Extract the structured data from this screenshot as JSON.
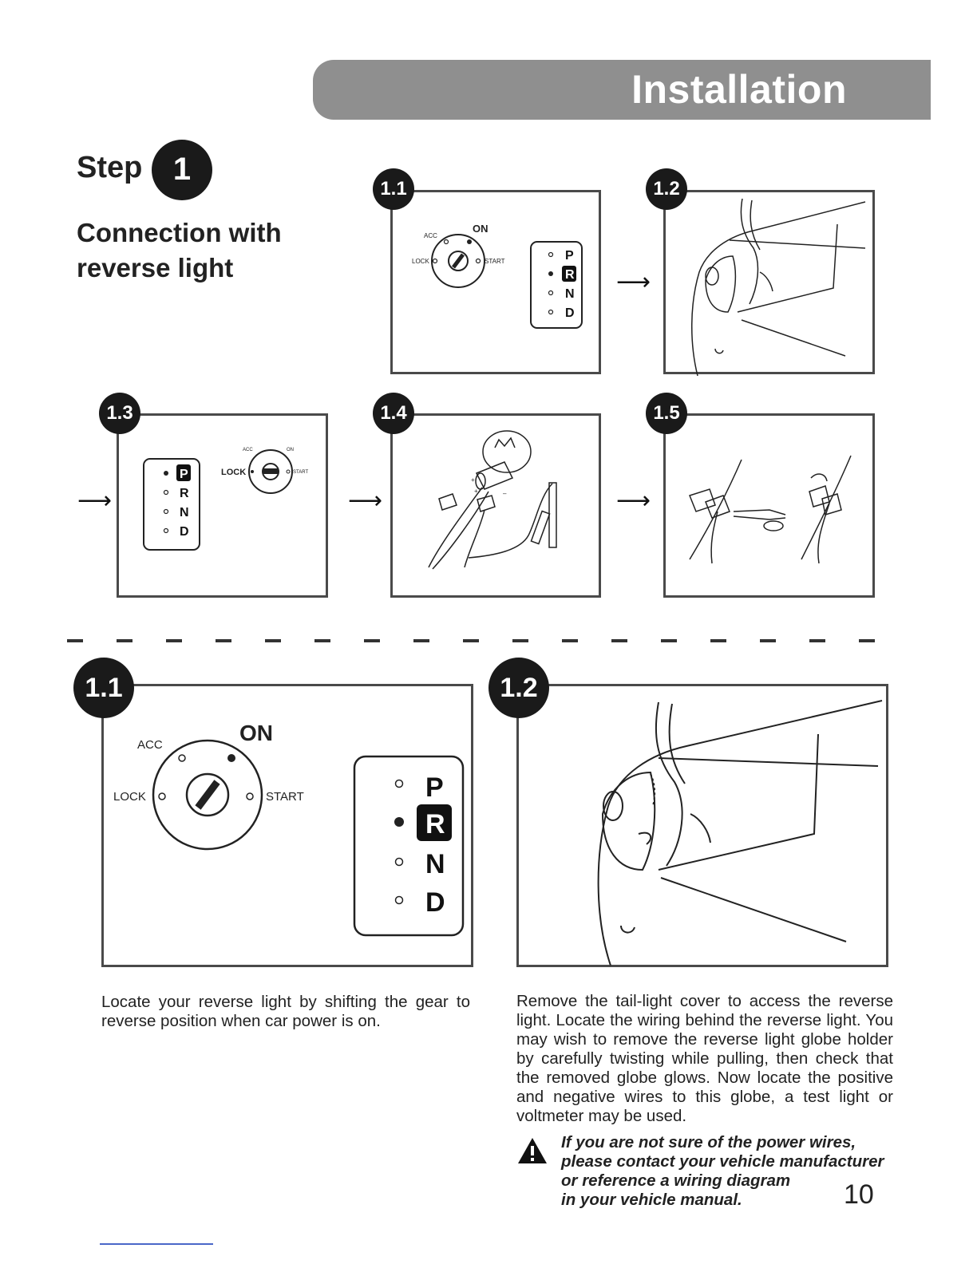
{
  "header": {
    "title": "Installation"
  },
  "step": {
    "label": "Step",
    "number": "1",
    "subtitle_line1": "Connection with",
    "subtitle_line2": "reverse light"
  },
  "overview": [
    {
      "id": "1.1"
    },
    {
      "id": "1.2"
    },
    {
      "id": "1.3"
    },
    {
      "id": "1.4"
    },
    {
      "id": "1.5"
    }
  ],
  "ignition": {
    "acc": "ACC",
    "on": "ON",
    "lock": "LOCK",
    "start": "START"
  },
  "gears": [
    "P",
    "R",
    "N",
    "D"
  ],
  "details": [
    {
      "id": "1.1",
      "text": "Locate your reverse light by shifting the gear to reverse position when car power is on."
    },
    {
      "id": "1.2",
      "text": "Remove the tail-light cover to access the reverse light. Locate the wiring behind the reverse light. You may wish to remove the reverse light globe holder by carefully twisting while pulling, then check that the removed globe glows. Now locate the positive and negative wires to this globe, a test light or voltmeter may be used."
    }
  ],
  "warning": {
    "line1": "If you are not sure of the power wires,",
    "line2": "please contact your vehicle manufacturer",
    "line3": "or reference a wiring diagram",
    "line4": "in your vehicle manual."
  },
  "page_number": "10",
  "colors": {
    "banner": "#8f8f8f",
    "badge": "#1a1a1a",
    "frame": "#4a4a4a"
  }
}
